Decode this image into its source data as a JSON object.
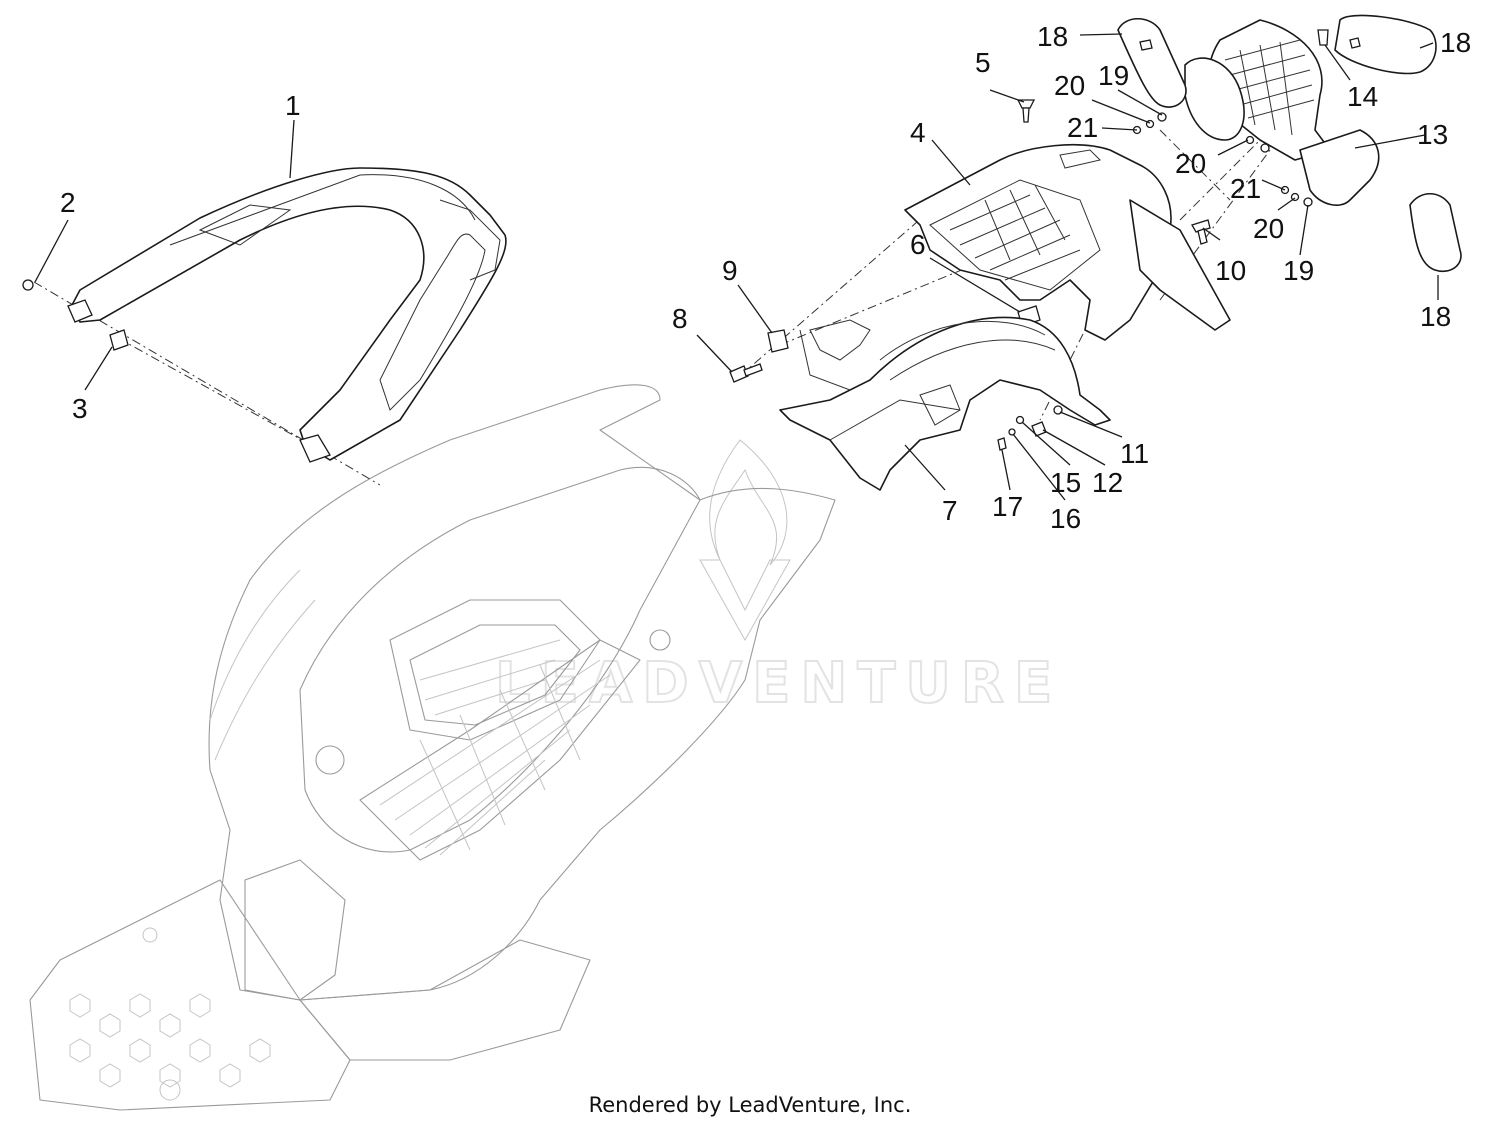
{
  "watermark": "LEADVENTURE",
  "credit": "Rendered by LeadVenture, Inc.",
  "callouts": [
    {
      "id": "1",
      "label": "1"
    },
    {
      "id": "2",
      "label": "2"
    },
    {
      "id": "3",
      "label": "3"
    },
    {
      "id": "4",
      "label": "4"
    },
    {
      "id": "5",
      "label": "5"
    },
    {
      "id": "6",
      "label": "6"
    },
    {
      "id": "7",
      "label": "7"
    },
    {
      "id": "8",
      "label": "8"
    },
    {
      "id": "9",
      "label": "9"
    },
    {
      "id": "10",
      "label": "10"
    },
    {
      "id": "11",
      "label": "11"
    },
    {
      "id": "12",
      "label": "12"
    },
    {
      "id": "13",
      "label": "13"
    },
    {
      "id": "14",
      "label": "14"
    },
    {
      "id": "15",
      "label": "15"
    },
    {
      "id": "16",
      "label": "16"
    },
    {
      "id": "17",
      "label": "17"
    },
    {
      "id": "18a",
      "label": "18"
    },
    {
      "id": "18b",
      "label": "18"
    },
    {
      "id": "18c",
      "label": "18"
    },
    {
      "id": "19a",
      "label": "19"
    },
    {
      "id": "19b",
      "label": "19"
    },
    {
      "id": "20a",
      "label": "20"
    },
    {
      "id": "20b",
      "label": "20"
    },
    {
      "id": "20c",
      "label": "20"
    },
    {
      "id": "21a",
      "label": "21"
    },
    {
      "id": "21b",
      "label": "21"
    }
  ]
}
